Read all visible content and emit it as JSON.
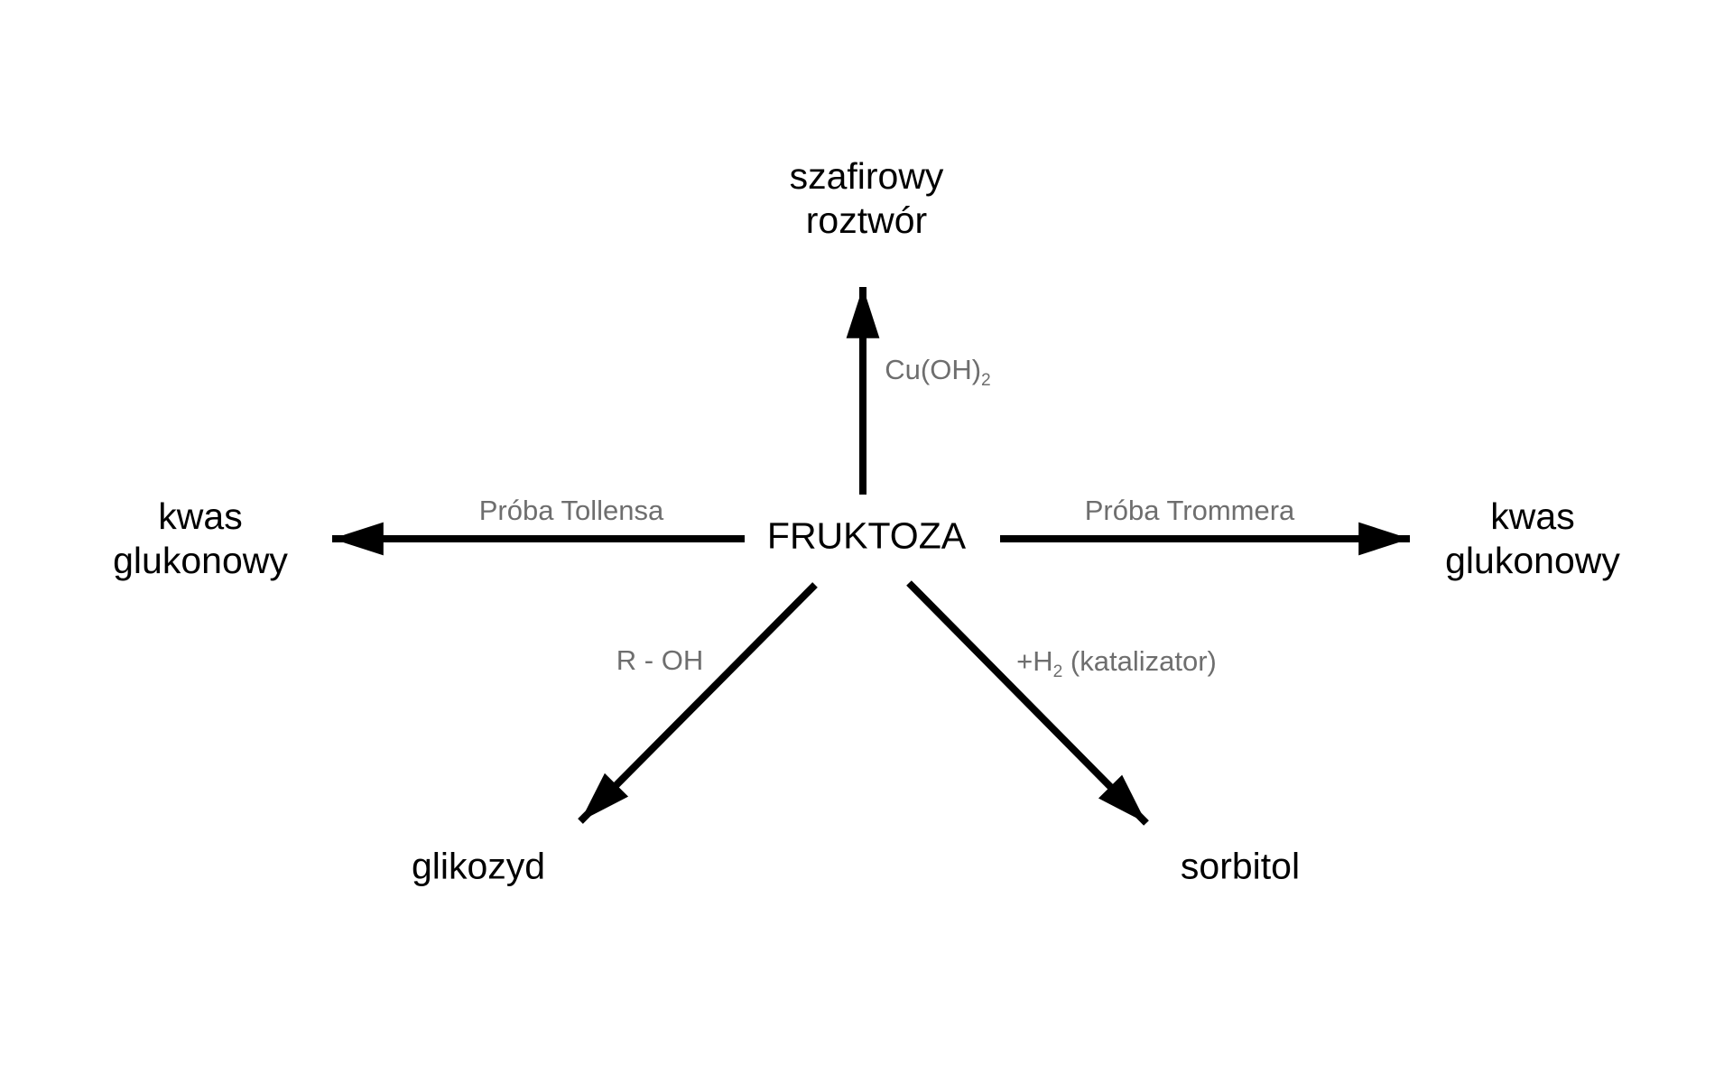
{
  "colors": {
    "background": "#ffffff",
    "node_text": "#000000",
    "edge_text": "#6e6e6e",
    "arrow": "#000000"
  },
  "center": {
    "label": "FRUKTOZA"
  },
  "nodes": {
    "top": {
      "line1": "szafirowy",
      "line2": "roztwór"
    },
    "left": {
      "line1": "kwas",
      "line2": "glukonowy"
    },
    "right": {
      "line1": "kwas",
      "line2": "glukonowy"
    },
    "bottom_left": {
      "label": "glikozyd"
    },
    "bottom_right": {
      "label": "sorbitol"
    }
  },
  "edges": {
    "top": {
      "reagent_main": "Cu(OH)",
      "reagent_sub": "2"
    },
    "left": {
      "reagent": "Próba Tollensa"
    },
    "right": {
      "reagent": "Próba Trommera"
    },
    "bottom_left": {
      "reagent": "R - OH"
    },
    "bottom_right": {
      "reagent_pre": "+H",
      "reagent_sub": "2",
      "reagent_post": " (katalizator)"
    }
  }
}
